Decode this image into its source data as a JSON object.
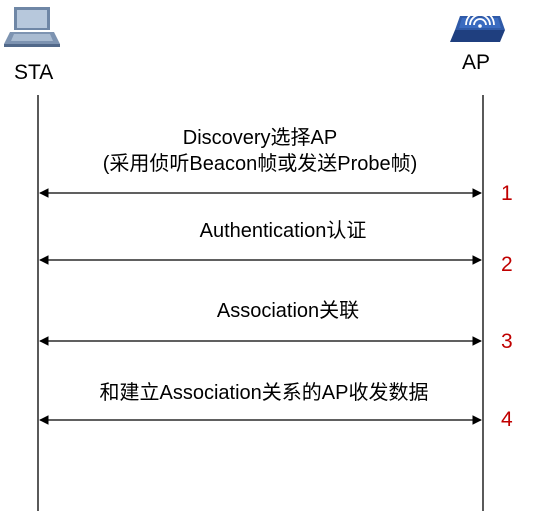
{
  "actors": {
    "left": {
      "label": "STA",
      "icon": "laptop-icon"
    },
    "right": {
      "label": "AP",
      "icon": "access-point-icon"
    }
  },
  "messages": [
    {
      "lines": [
        "Discovery选择AP",
        "(采用侦听Beacon帧或发送Probe帧)"
      ],
      "step": "1"
    },
    {
      "lines": [
        "Authentication认证"
      ],
      "step": "2"
    },
    {
      "lines": [
        "Association关联"
      ],
      "step": "3"
    },
    {
      "lines": [
        "和建立Association关系的AP收发数据"
      ],
      "step": "4"
    }
  ],
  "colors": {
    "line": "#000000",
    "step_number": "#c00000",
    "laptop_body": "#6f87a6",
    "laptop_screen": "#9fb4cc",
    "ap_body": "#2a4f96"
  }
}
